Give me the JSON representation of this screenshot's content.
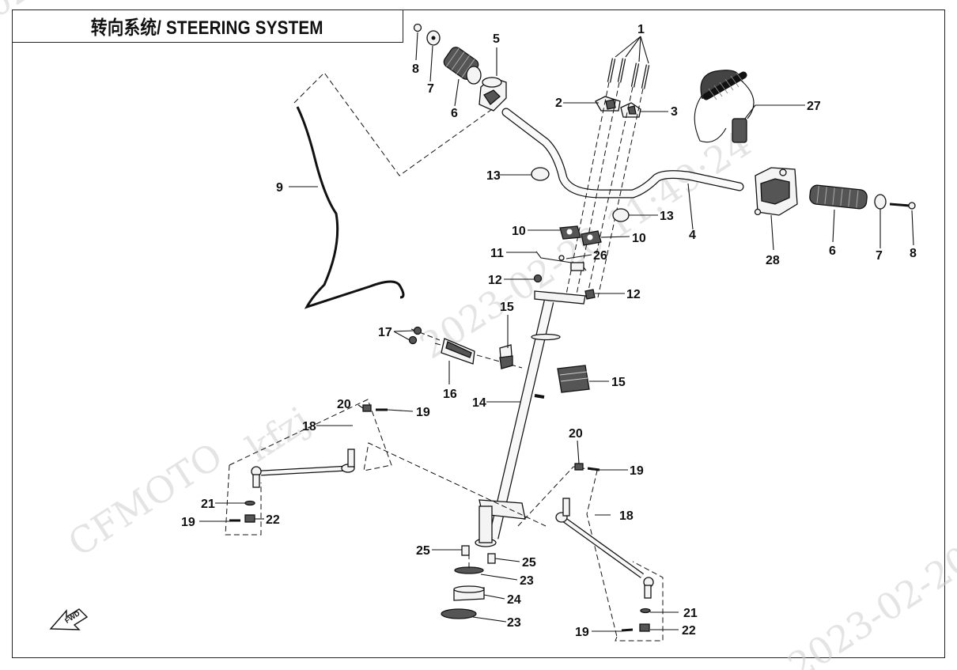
{
  "title": "转向系统/ STEERING SYSTEM",
  "watermarks": [
    "CFMOTO",
    "kfzj",
    "2023-02-20 11:49:24",
    "2023-02-20 11:49:24",
    "2023-02-20"
  ],
  "fwd_label": "FWD",
  "callouts": [
    "1",
    "2",
    "3",
    "4",
    "5",
    "6",
    "7",
    "8",
    "9",
    "10",
    "10",
    "11",
    "12",
    "12",
    "13",
    "13",
    "14",
    "15",
    "15",
    "16",
    "17",
    "18",
    "18",
    "19",
    "19",
    "19",
    "19",
    "20",
    "20",
    "21",
    "21",
    "22",
    "22",
    "23",
    "23",
    "24",
    "25",
    "25",
    "26",
    "27",
    "28",
    "6",
    "7",
    "8"
  ]
}
